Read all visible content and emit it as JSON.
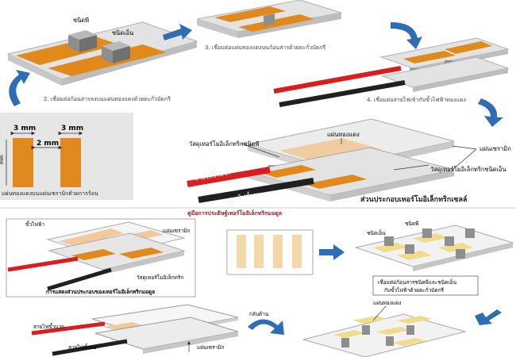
{
  "colors": {
    "copper": "#e08a1e",
    "copper_dark": "#b96a12",
    "plate_top": "#e3e3e3",
    "plate_side": "#c7c7c7",
    "cube": "#8e8e8e",
    "arrow": "#2f6db2",
    "wire_red": "#d81e1e",
    "wire_black": "#202020",
    "title_red": "#a31c1c"
  },
  "step1": {
    "ptype_label": "ชนิดพี",
    "ntype_label": "ชนิดเอ็น"
  },
  "step2": {
    "caption": "2. เชื่อมต่อก้อนสารลงบนแผ่นทองแดงด้วยตะกั่วบัดกรี"
  },
  "step3": {
    "caption": "3. เชื่อมต่อแผ่นทองแดงบนก้อนสารด้วยตะกั่วบัดกรี"
  },
  "step4": {
    "caption": "4. เชื่อมต่อสายไฟเข้ากับขั้วไฟฟ้าทองแดง",
    "wire_pos": "ต่อสายไฟขั้วบวกเข้ากับชนิดพี",
    "wire_neg": "ต่อสายไฟขั้วลบเข้ากับชนิดเอ็น"
  },
  "dimension": {
    "width_a": "3 mm",
    "width_b": "3 mm",
    "gap": "2 mm",
    "side_label": "mm",
    "caption": "แผ่นทองแดงบนแผ่นเซรามิกด้วยการร้อน"
  },
  "assembly": {
    "copper_plate": "แผ่นทองแดง",
    "p_material": "วัสดุเทอร์โมอิเล็กทริกชนิดพี",
    "n_material": "วัสดุเทอร์โมอิเล็กทริกชนิดเอ็น",
    "ceramic": "แผ่นเซรามิก",
    "wire_pos": "สายไฟขั้วบวก",
    "wire_neg": "สายไฟขั้วลบ",
    "title": "ส่วนประกอบเทอร์โมอิเล็กทริกเซลล์"
  },
  "module_title": "คู่มือการประดิษฐ์เทอร์โมอิเล็กทริกมอดูล",
  "module_left": {
    "electrode": "ขั้วไฟฟ้า",
    "ceramic": "แผ่นเซรามิก",
    "material": "วัสดุเทอร์โมอิเล็กทริก",
    "caption": "การแสดงส่วนประกอบของเทอร์โมอิเล็กทริกมอดูล"
  },
  "module_right": {
    "ntype": "ชนิดเอ็น",
    "ptype": "ชนิดพี",
    "caption_line1": "เชื่อมต่อก้อนสารชนิดพีและชนิดเอ็น",
    "caption_line2": "กับขั้วไฟฟ้าด้วยตะกั่วบัดกรี"
  },
  "module_bottom": {
    "copper_plate": "แผ่นทองแดง",
    "flip": "กลับด้าน",
    "wire_pos": "สายไฟขั้วบวก",
    "wire_neg": "สายไฟขั้วลบ",
    "ceramic": "แผ่นเซรามิก"
  }
}
